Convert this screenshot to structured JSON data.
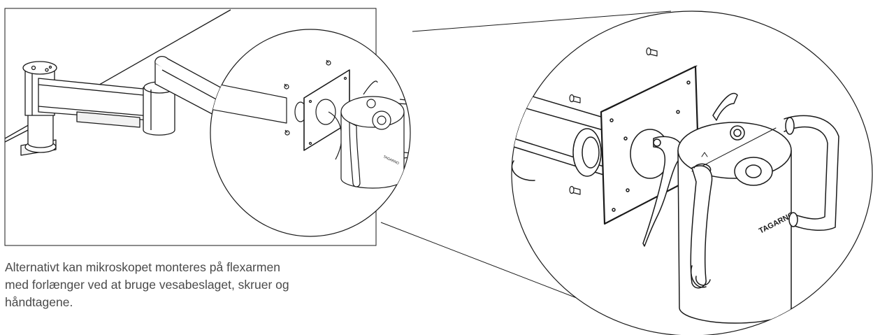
{
  "caption": {
    "lines": [
      "Alternativt kan mikroskopet monteres på flexarmen",
      "med forlænger ved at bruge vesabeslaget, skruer og",
      "håndtagene."
    ]
  },
  "brand_mark": "TAGARNO",
  "colors": {
    "line": "#1a1a1a",
    "fill": "#ffffff",
    "shade": "#e6e6e6",
    "caption_text": "#4a4a4a"
  }
}
